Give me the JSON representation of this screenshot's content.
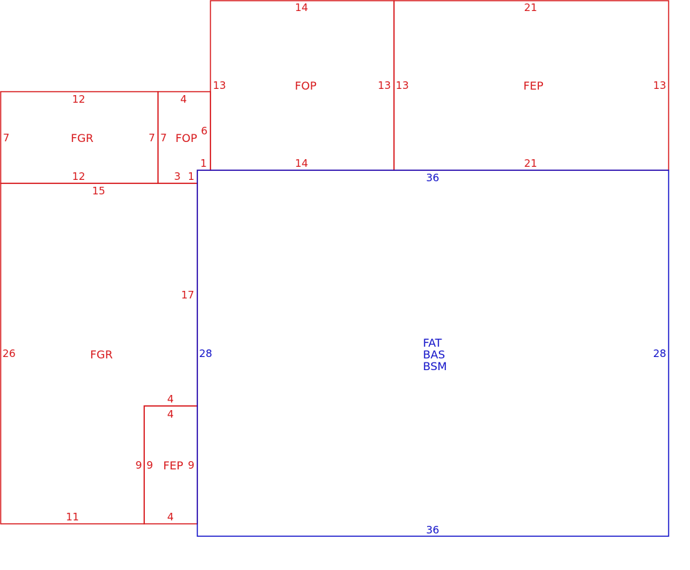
{
  "colors": {
    "red": "#d7191c",
    "blue": "#1010c8",
    "background": "#ffffff"
  },
  "diagram": {
    "fop_top": {
      "label": "FOP",
      "dims": {
        "top": "14",
        "bottom": "14",
        "left": "13",
        "right": "13"
      }
    },
    "fep_top": {
      "label": "FEP",
      "dims": {
        "top": "21",
        "bottom": "21",
        "left": "13",
        "right": "13"
      }
    },
    "fgr_small": {
      "label": "FGR",
      "dims": {
        "top": "12",
        "bottom": "12",
        "left": "7",
        "right": "7"
      }
    },
    "fop_small": {
      "label": "FOP",
      "dims": {
        "top": "4",
        "left": "7",
        "right": "6",
        "bottom": "3",
        "notch": "1",
        "notch_side": "1"
      }
    },
    "fgr_large": {
      "label": "FGR",
      "dims": {
        "top": "15",
        "left": "26",
        "right": "17",
        "bottom": "11",
        "step": "4"
      }
    },
    "fep_small": {
      "label": "FEP",
      "dims": {
        "top": "4",
        "bottom": "4",
        "left_outer": "9",
        "left": "9",
        "right": "9"
      }
    },
    "main": {
      "labels": [
        "FAT",
        "BAS",
        "BSM"
      ],
      "dims": {
        "top": "36",
        "bottom": "36",
        "left": "28",
        "right": "28"
      }
    }
  }
}
